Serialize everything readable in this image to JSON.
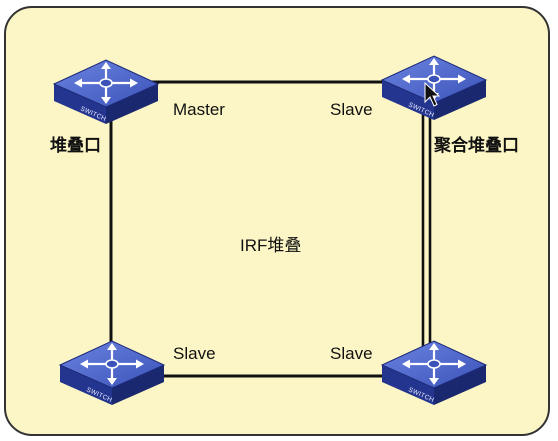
{
  "diagram": {
    "center_label": "IRF堆叠",
    "switch_text": "SWITCH",
    "roles": {
      "top_left": "Master",
      "top_right": "Slave",
      "bottom_left": "Slave",
      "bottom_right": "Slave"
    },
    "port_labels": {
      "left": "堆叠口",
      "right": "聚合堆叠口"
    }
  },
  "colors": {
    "background": "#fcf6c6",
    "switch_top": "#4a63c9",
    "switch_side": "#1f2f85",
    "link": "#111111"
  }
}
